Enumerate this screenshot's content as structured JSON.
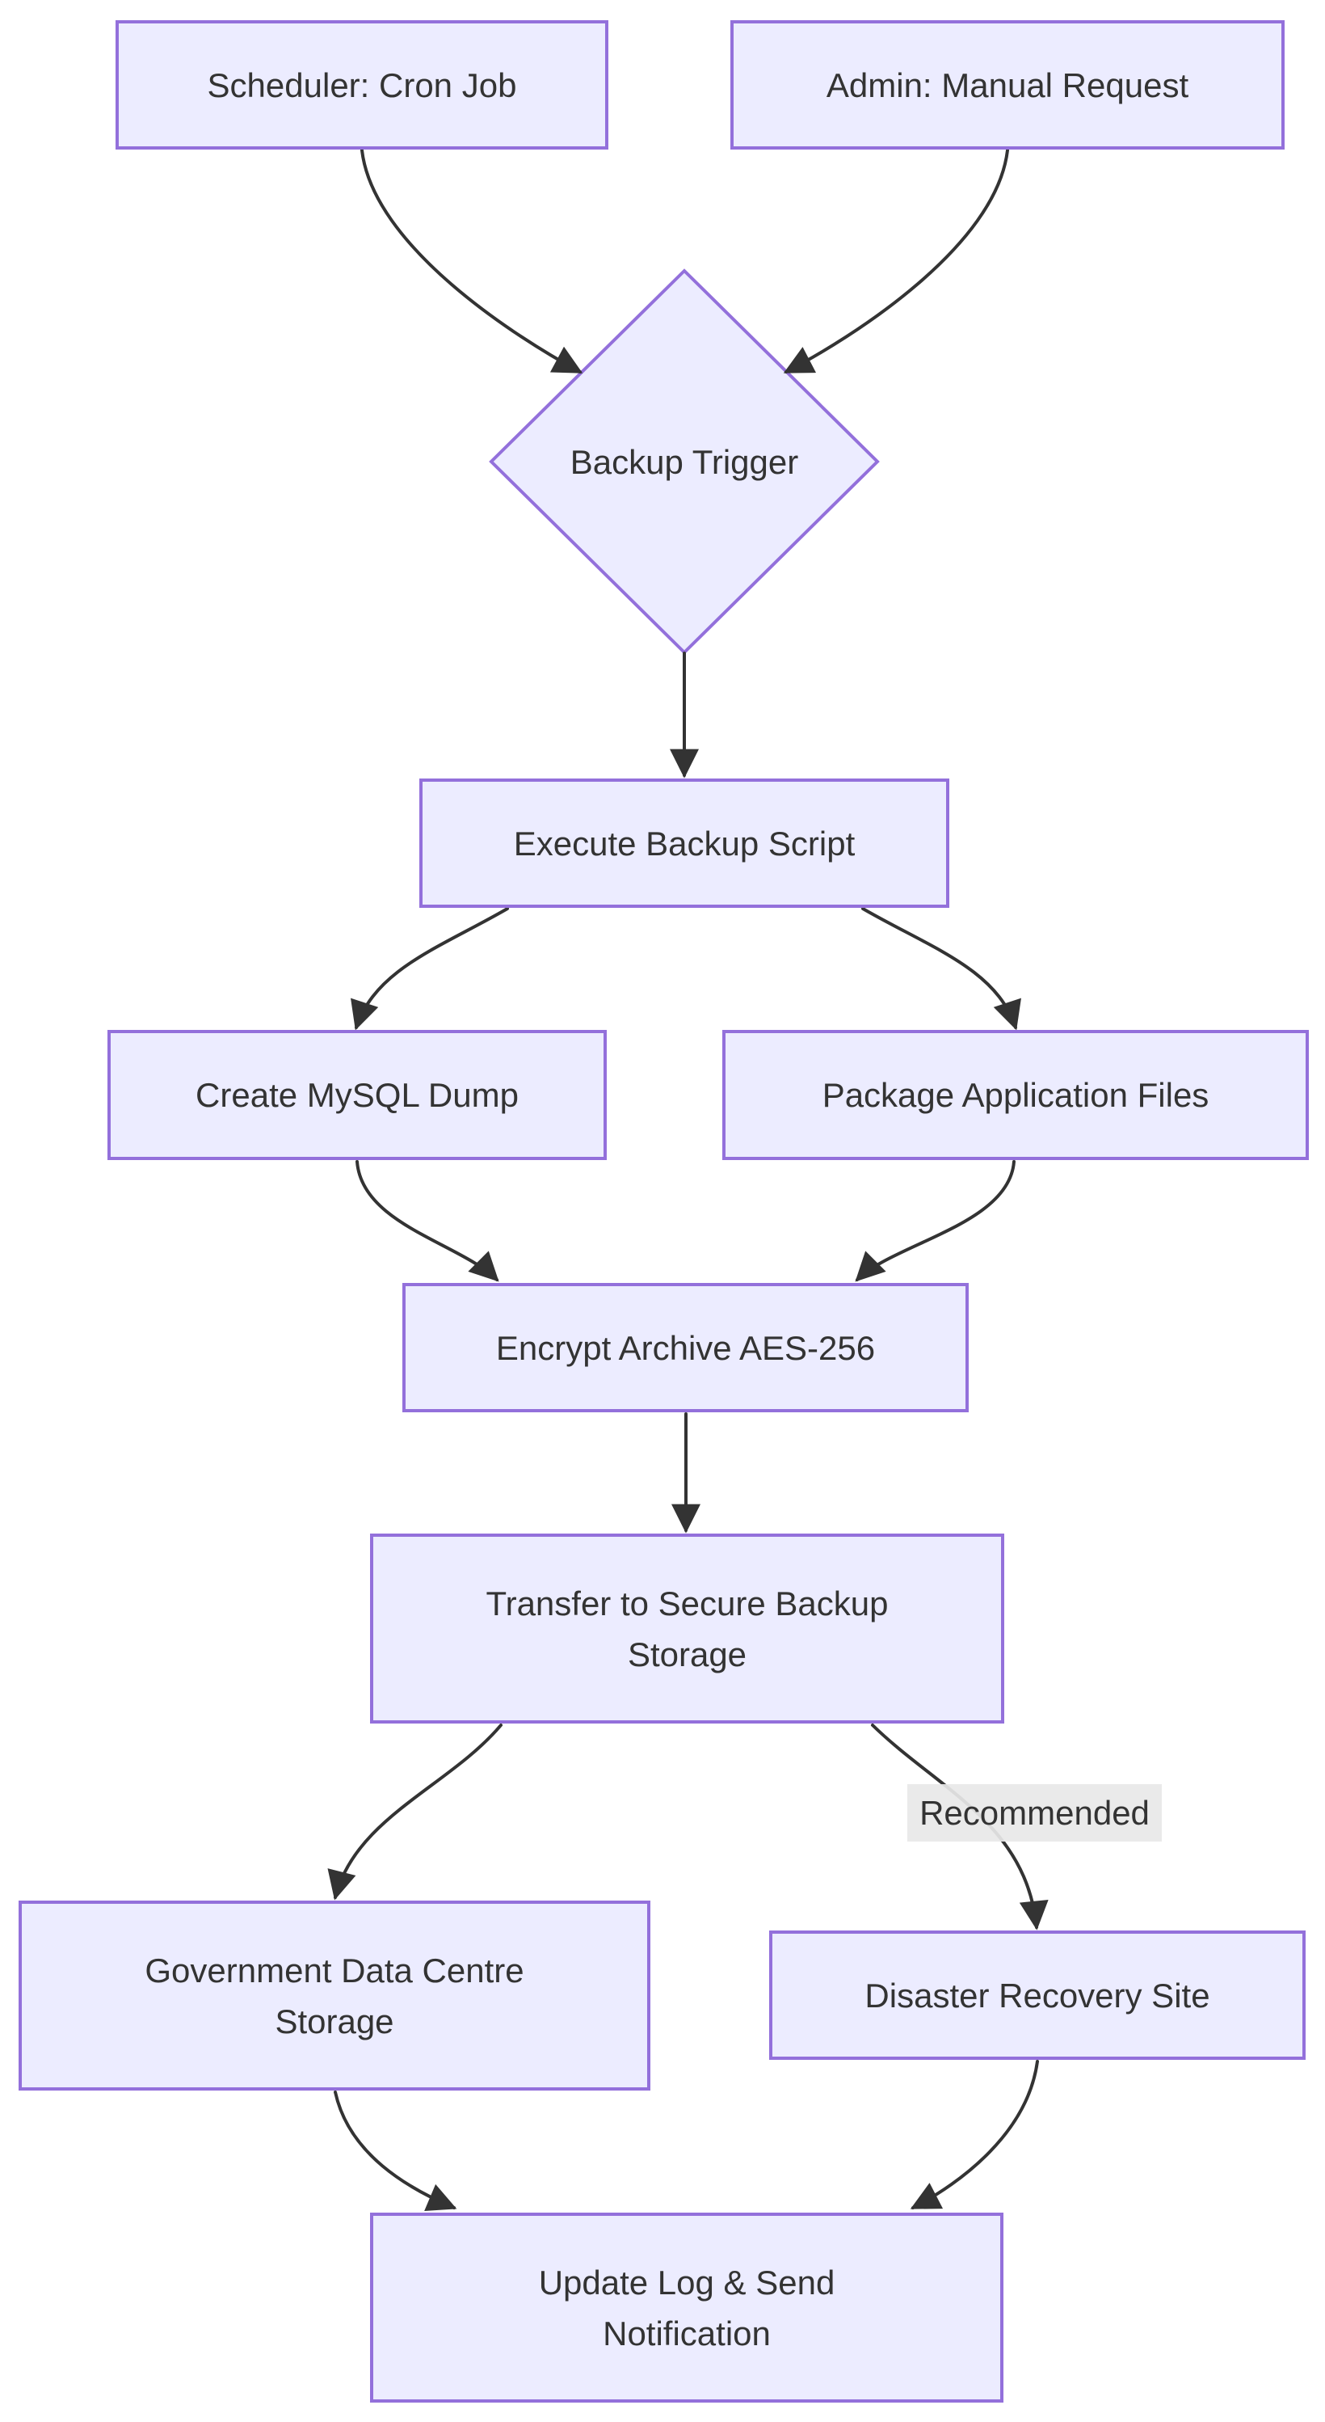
{
  "diagram": {
    "colors": {
      "background": "#ffffff",
      "node_fill": "#ECECFF",
      "node_border": "#9370DB",
      "edge_color": "#333333",
      "text_color": "#333333",
      "edge_label_bg": "#e8e8e8"
    },
    "nodes": {
      "scheduler": {
        "label": "Scheduler: Cron Job",
        "shape": "rect"
      },
      "admin": {
        "label": "Admin: Manual Request",
        "shape": "rect"
      },
      "trigger": {
        "label": "Backup Trigger",
        "shape": "diamond"
      },
      "execute": {
        "label": "Execute Backup Script",
        "shape": "rect"
      },
      "mysql": {
        "label": "Create MySQL Dump",
        "shape": "rect"
      },
      "package": {
        "label": "Package Application Files",
        "shape": "rect"
      },
      "encrypt": {
        "label": "Encrypt Archive AES-256",
        "shape": "rect"
      },
      "transfer": {
        "label": "Transfer to Secure Backup\nStorage",
        "shape": "rect"
      },
      "government": {
        "label": "Government Data Centre\nStorage",
        "shape": "rect"
      },
      "disaster": {
        "label": "Disaster Recovery Site",
        "shape": "rect"
      },
      "update": {
        "label": "Update Log & Send\nNotification",
        "shape": "rect"
      }
    },
    "edge_labels": {
      "recommended": "Recommended"
    },
    "edges": [
      {
        "from": "scheduler",
        "to": "trigger"
      },
      {
        "from": "admin",
        "to": "trigger"
      },
      {
        "from": "trigger",
        "to": "execute"
      },
      {
        "from": "execute",
        "to": "mysql"
      },
      {
        "from": "execute",
        "to": "package"
      },
      {
        "from": "mysql",
        "to": "encrypt"
      },
      {
        "from": "package",
        "to": "encrypt"
      },
      {
        "from": "encrypt",
        "to": "transfer"
      },
      {
        "from": "transfer",
        "to": "government"
      },
      {
        "from": "transfer",
        "to": "disaster",
        "label": "Recommended"
      },
      {
        "from": "government",
        "to": "update"
      },
      {
        "from": "disaster",
        "to": "update"
      }
    ]
  }
}
